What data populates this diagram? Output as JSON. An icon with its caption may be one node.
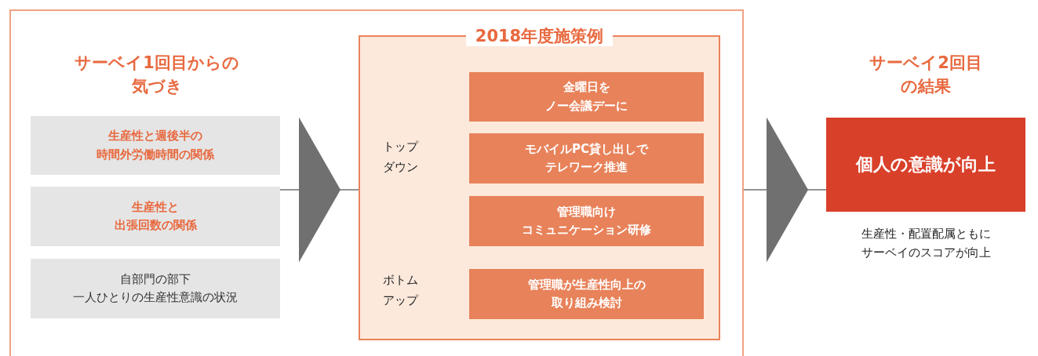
{
  "diagram": {
    "nodes": [
      {
        "text": [],
        "shape": "box"
      },
      {
        "text": [
          "サーベイ1回目からの気づき"
        ],
        "in": 0
      },
      {
        "text": [
          "生産性と週後半の時間外労働時間の関係"
        ],
        "in": 0
      },
      {
        "text": [
          "生産性と出張回数の関係"
        ],
        "in": 0
      },
      {
        "text": [
          "自部門の部下一人ひとりの生産性意識の状況"
        ],
        "in": 0
      },
      {
        "text": [
          "2018年度施策例"
        ],
        "in": 0
      },
      {
        "text": [
          "金曜日をノー会議デーに"
        ],
        "in": 5
      },
      {
        "text": [
          "モバイルPC貸し出しでテレワーク推進"
        ],
        "in": 5
      },
      {
        "text": [
          "管理職向けコミュニケーション研修"
        ],
        "in": 5
      },
      {
        "text": [
          "管理職が生産性向上の取り組み検討"
        ],
        "in": 5
      },
      {
        "text": [
          "サーベイ2回目の結果"
        ]
      },
      {
        "text": [
          "個人の意識が向上"
        ],
        "beside": [
          "生産性・配置配属ともにサーベイのスコアが向上"
        ]
      }
    ],
    "edges": [
      {
        "from": 3,
        "to": 5,
        "arrow": "to"
      },
      {
        "from": 0,
        "to": 11,
        "arrow": "to"
      }
    ],
    "labels": [
      "トップダウン",
      "ボトムアップ"
    ]
  }
}
